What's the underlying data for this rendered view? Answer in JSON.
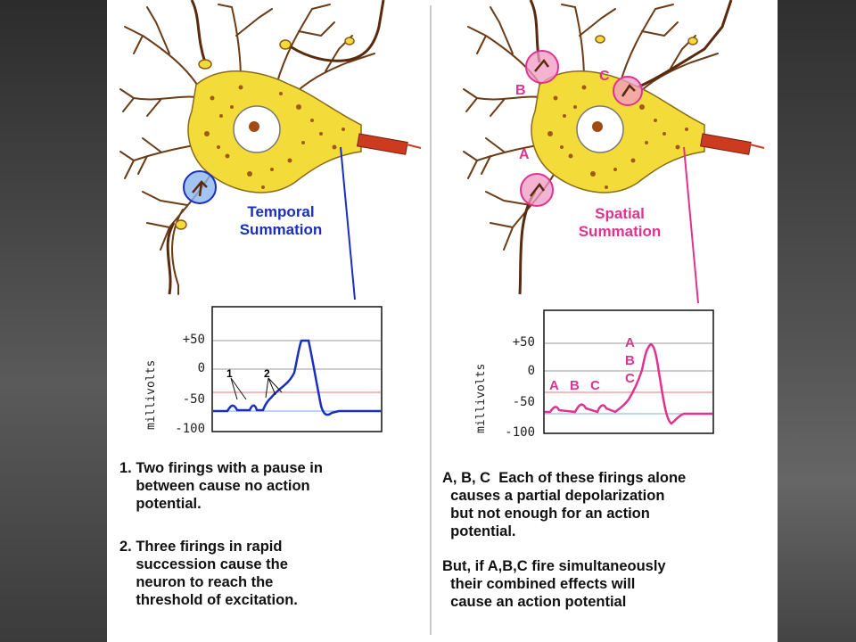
{
  "colors": {
    "temporal_accent": "#1a2fbf",
    "spatial_accent": "#e0338f",
    "neuron_fill": "#f3dc3a",
    "neuron_spots": "#a15a16",
    "dendrite": "#6b3c16",
    "axon": "#cc3b1e",
    "threshold_line": "#f1a3a3",
    "resting_line": "#a9c6ef"
  },
  "left_panel": {
    "label_line1": "Temporal",
    "label_line2": "Summation",
    "graph": {
      "ylabel": "millivolts",
      "ticks": [
        "+50",
        "0",
        "-50",
        "-100"
      ],
      "markers": [
        "1",
        "2"
      ]
    },
    "notes": [
      "1. Two firings with a pause in\n    between cause no action\n    potential.",
      "2. Three firings in rapid\n    succession cause the\n    neuron to reach the\n    threshold of excitation."
    ]
  },
  "right_panel": {
    "label_line1": "Spatial",
    "label_line2": "Summation",
    "site_labels": [
      "A",
      "B",
      "C"
    ],
    "graph": {
      "ylabel": "millivolts",
      "ticks": [
        "+50",
        "0",
        "-50",
        "-100"
      ],
      "wave_labels": [
        "A",
        "B",
        "C"
      ],
      "peak_labels": [
        "A",
        "B",
        "C"
      ]
    },
    "notes": [
      "A, B, C  Each of these firings alone\n  causes a partial depolarization\n  but not enough for an action\n  potential.",
      "But, if A,B,C fire simultaneously\n  their combined effects will\n  cause an action potential"
    ]
  }
}
